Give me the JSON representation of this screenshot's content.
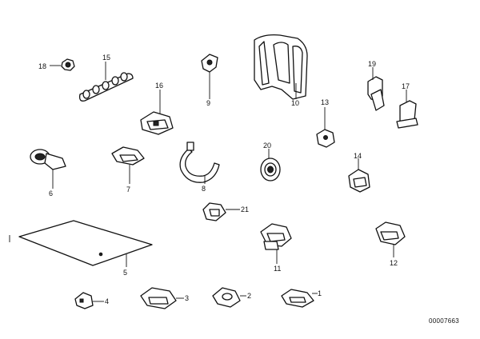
{
  "callouts": {
    "c1": "1",
    "c2": "2",
    "c3": "3",
    "c4": "4",
    "c5": "5",
    "c6": "6",
    "c7": "7",
    "c8": "8",
    "c9": "9",
    "c10": "10",
    "c11": "11",
    "c12": "12",
    "c13": "13",
    "c14": "14",
    "c15": "15",
    "c16": "16",
    "c17": "17",
    "c18": "18",
    "c19": "19",
    "c20": "20",
    "c21": "21"
  },
  "reference_number": "00007663"
}
